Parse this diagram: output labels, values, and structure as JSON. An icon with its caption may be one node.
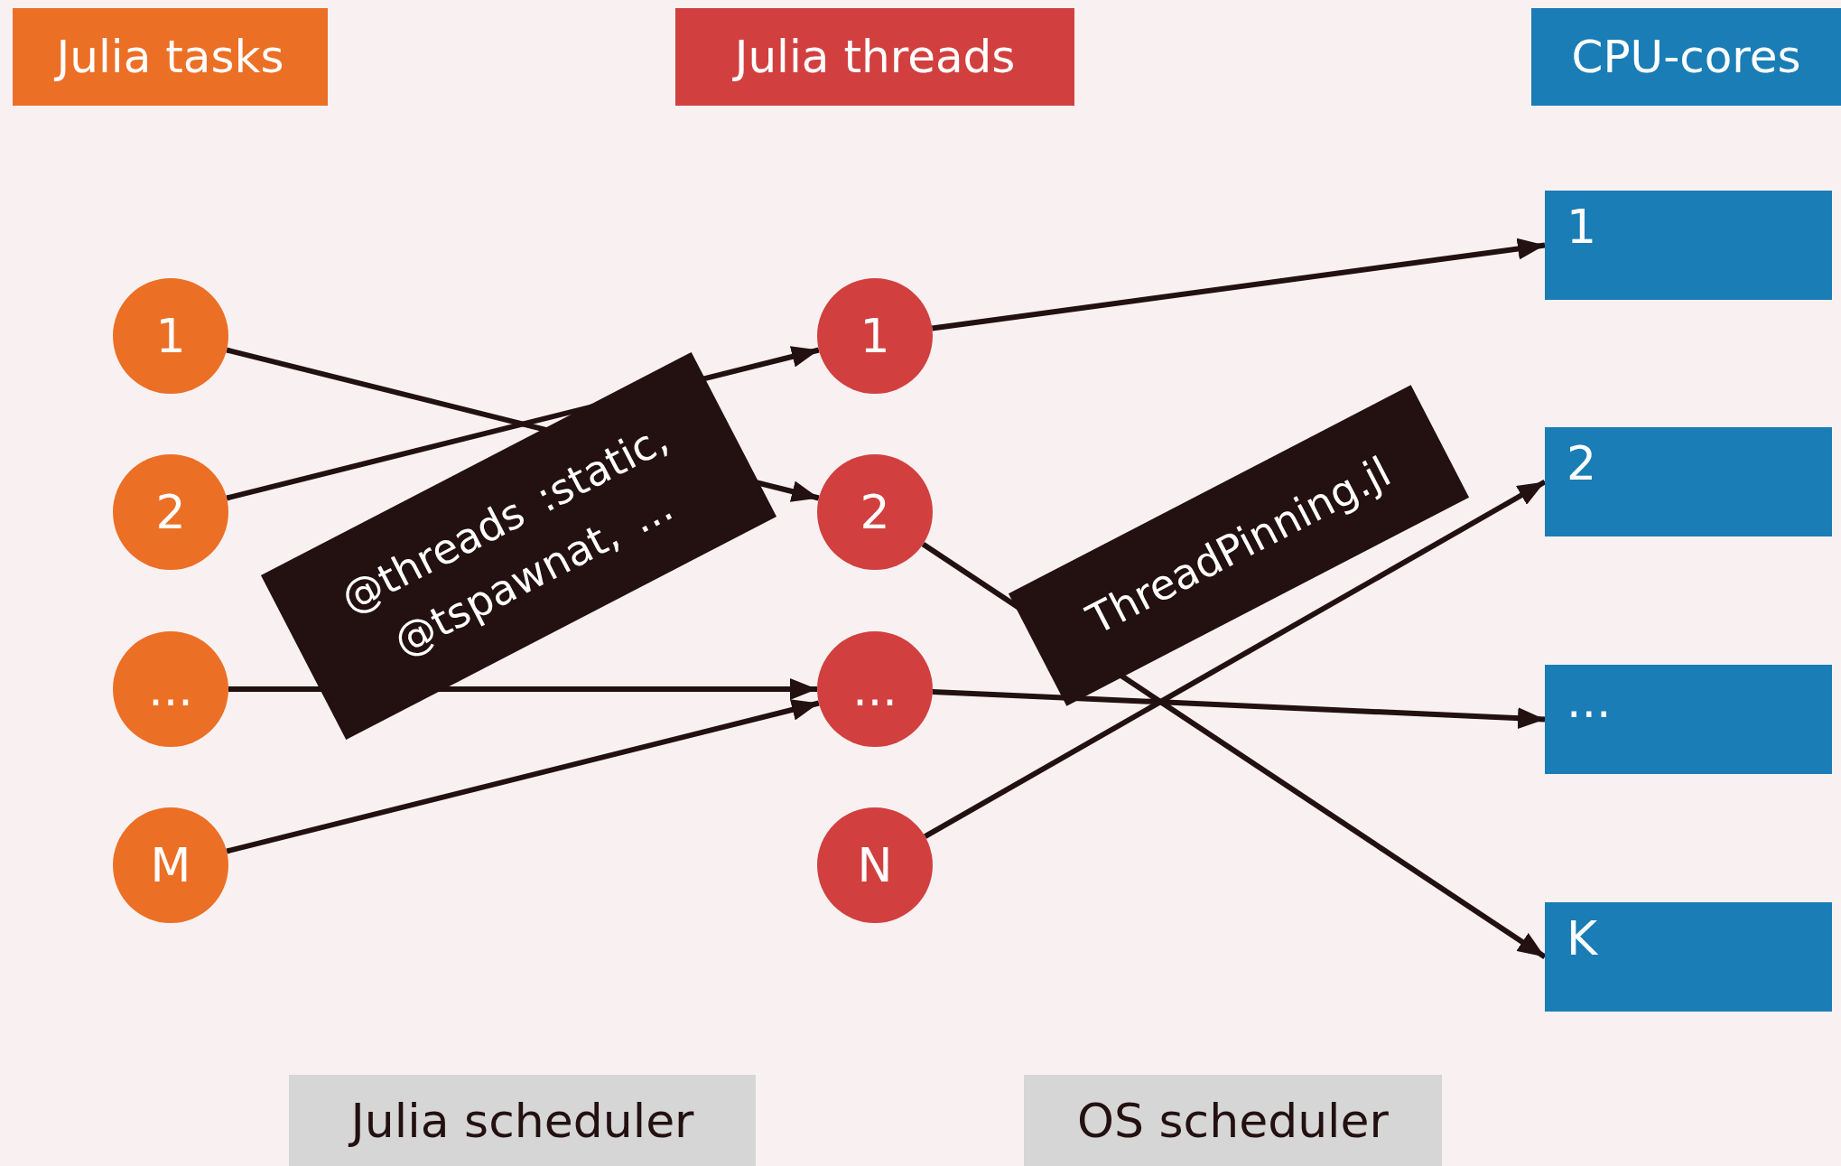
{
  "diagram": {
    "nodes": [
      {
        "text": [
          "Julia tasks"
        ]
      },
      {
        "text": [
          "Julia threads"
        ]
      },
      {
        "text": [
          "CPU-cores"
        ]
      },
      {
        "text": [
          "1"
        ]
      },
      {
        "text": [
          "2"
        ]
      },
      {
        "text": [
          "..."
        ]
      },
      {
        "text": [
          "M"
        ]
      },
      {
        "text": [
          "1"
        ]
      },
      {
        "text": [
          "2"
        ]
      },
      {
        "text": [
          "..."
        ]
      },
      {
        "text": [
          "N"
        ]
      },
      {
        "text": [
          "1"
        ]
      },
      {
        "text": [
          "2"
        ]
      },
      {
        "text": [
          "..."
        ]
      },
      {
        "text": [
          "K"
        ]
      },
      {
        "text": [
          "Julia scheduler"
        ]
      },
      {
        "text": [
          "OS scheduler"
        ]
      }
    ],
    "edges": [
      {
        "from": 3,
        "to": 8,
        "arrow": "to"
      },
      {
        "from": 4,
        "to": 7,
        "arrow": "to"
      },
      {
        "from": 5,
        "to": 9,
        "arrow": "to"
      },
      {
        "from": 6,
        "to": 9,
        "arrow": "to"
      },
      {
        "from": 7,
        "to": 11,
        "arrow": "to"
      },
      {
        "from": 8,
        "to": 14,
        "arrow": "to"
      },
      {
        "from": 9,
        "to": 13,
        "arrow": "to"
      },
      {
        "from": 10,
        "to": 12,
        "arrow": "to"
      }
    ],
    "labels": [
      "@threads :static, @tspawnat, ...",
      "ThreadPinning.jl"
    ]
  }
}
